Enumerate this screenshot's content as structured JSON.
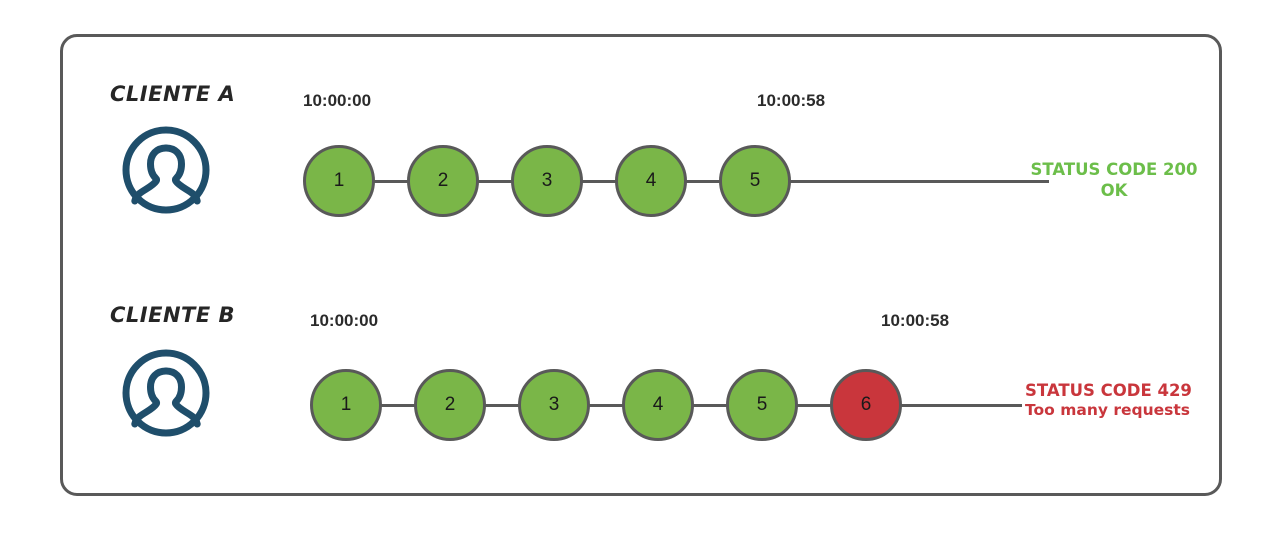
{
  "diagram": {
    "rows": [
      {
        "client_label": "CLIENTE A",
        "avatar_icon": "user-avatar-icon",
        "time_start": "10:00:00",
        "time_end": "10:00:58",
        "nodes": [
          {
            "label": "1",
            "state": "ok"
          },
          {
            "label": "2",
            "state": "ok"
          },
          {
            "label": "3",
            "state": "ok"
          },
          {
            "label": "4",
            "state": "ok"
          },
          {
            "label": "5",
            "state": "ok"
          }
        ],
        "status_line1": "STATUS CODE 200",
        "status_line2": "OK",
        "status_color": "#6CBE4A"
      },
      {
        "client_label": "CLIENTE B",
        "avatar_icon": "user-avatar-icon",
        "time_start": "10:00:00",
        "time_end": "10:00:58",
        "nodes": [
          {
            "label": "1",
            "state": "ok"
          },
          {
            "label": "2",
            "state": "ok"
          },
          {
            "label": "3",
            "state": "ok"
          },
          {
            "label": "4",
            "state": "ok"
          },
          {
            "label": "5",
            "state": "ok"
          },
          {
            "label": "6",
            "state": "err"
          }
        ],
        "status_line1": "STATUS CODE 429",
        "status_line2": "Too many requests",
        "status_color": "#C9363C"
      }
    ],
    "colors": {
      "ok_fill": "#7AB648",
      "err_fill": "#C9363C",
      "node_stroke": "#595959",
      "frame_stroke": "#595959",
      "avatar_stroke": "#1F4E6B",
      "text_dark": "#262626"
    }
  }
}
